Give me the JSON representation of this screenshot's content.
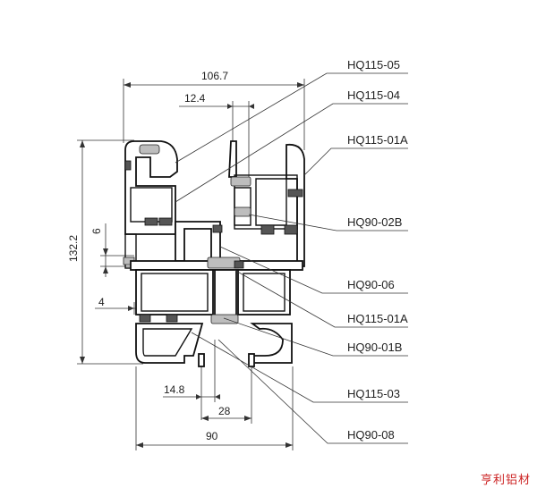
{
  "dimensions": {
    "overall_width_top": "106.7",
    "offset_top": "12.4",
    "overall_height": "132.2",
    "vertical_6": "6",
    "vertical_4": "4",
    "bottom_14_8": "14.8",
    "bottom_28": "28",
    "bottom_90": "90"
  },
  "parts": [
    "HQ115-05",
    "HQ115-04",
    "HQ115-01A",
    "HQ90-02B",
    "HQ90-06",
    "HQ115-01A",
    "HQ90-01B",
    "HQ115-03",
    "HQ90-08"
  ],
  "watermark": "亨利铝材",
  "colors": {
    "line": "#111111",
    "gasket": "#bdbdbd",
    "watermark": "#cc2222"
  }
}
